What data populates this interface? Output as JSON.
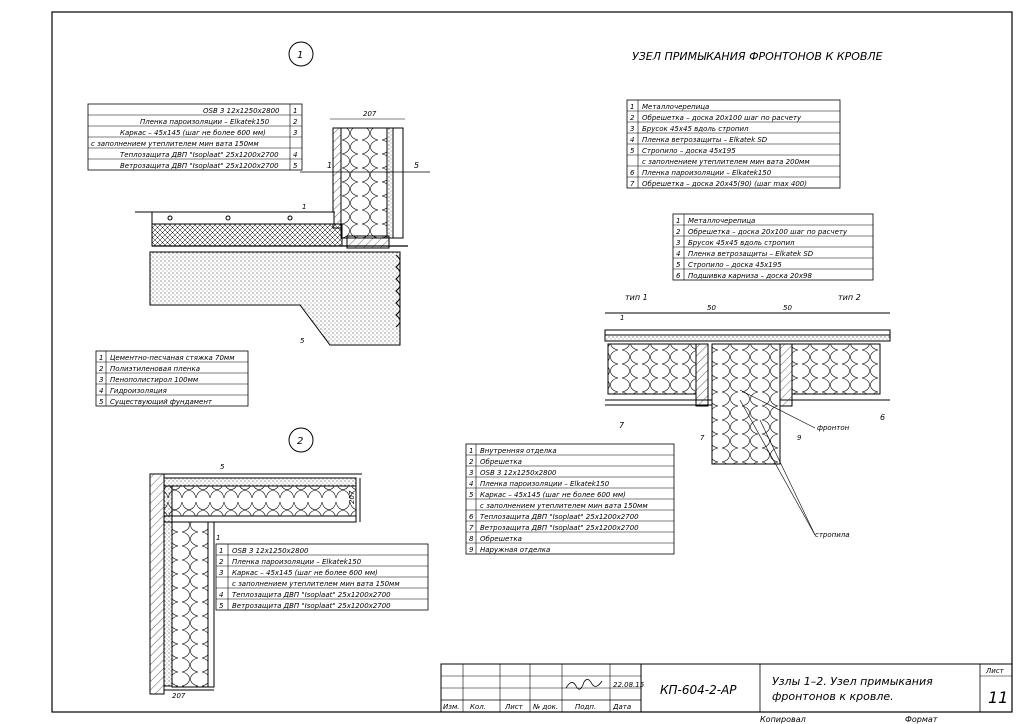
{
  "title": "УЗЕЛ ПРИМЫКАНИЯ ФРОНТОНОВ К КРОВЛЕ",
  "node1_number": "1",
  "node2_number": "2",
  "node1": {
    "dimension": "207",
    "callouts": [
      "1",
      "5",
      "1",
      "5"
    ],
    "legend_wall": [
      {
        "n": "1",
        "text": "OSB 3 12x1250x2800"
      },
      {
        "n": "2",
        "text": "Пленка пароизоляции – Elkatek150"
      },
      {
        "n": "3",
        "text": "Каркас – 45x145 (шаг не более 600 мм)"
      },
      {
        "n": "",
        "text": "с заполнением утеплителем мин вата 150мм"
      },
      {
        "n": "4",
        "text": "Теплозащита ДВП \"Isoplaat\" 25x1200x2700"
      },
      {
        "n": "5",
        "text": "Ветрозащита ДВП \"Isoplaat\" 25x1200x2700"
      }
    ],
    "legend_floor": [
      {
        "n": "1",
        "text": "Цементно-песчаная стяжка 70мм"
      },
      {
        "n": "2",
        "text": "Полиэтиленовая пленка"
      },
      {
        "n": "3",
        "text": "Пенополистирол 100мм"
      },
      {
        "n": "4",
        "text": "Гидроизоляция"
      },
      {
        "n": "5",
        "text": "Существующий фундамент"
      }
    ]
  },
  "node2": {
    "dimension_top": "207",
    "dimension_bottom": "207",
    "callouts": [
      "5",
      "1"
    ],
    "legend": [
      {
        "n": "1",
        "text": "OSB 3 12x1250x2800"
      },
      {
        "n": "2",
        "text": "Пленка пароизоляции – Elkatek150"
      },
      {
        "n": "3",
        "text": "Каркас – 45x145 (шаг не более 600 мм)"
      },
      {
        "n": "",
        "text": "с заполнением утеплителем мин вата 150мм"
      },
      {
        "n": "4",
        "text": "Теплозащита ДВП \"Isoplaat\" 25x1200x2700"
      },
      {
        "n": "5",
        "text": "Ветрозащита ДВП \"Isoplaat\" 25x1200x2700"
      }
    ]
  },
  "roof_legend_1": [
    {
      "n": "1",
      "text": "Металлочерепица"
    },
    {
      "n": "2",
      "text": "Обрешетка – доска 20x100 шаг по расчету"
    },
    {
      "n": "3",
      "text": "Брусок 45x45 вдоль стропил"
    },
    {
      "n": "4",
      "text": "Пленка ветрозащиты – Elkatek SD"
    },
    {
      "n": "5",
      "text": "Стропило – доска 45x195"
    },
    {
      "n": "",
      "text": "с заполнением утеплителем мин вата 200мм"
    },
    {
      "n": "6",
      "text": "Пленка пароизоляции – Elkatek150"
    },
    {
      "n": "7",
      "text": "Обрешетка – доска 20x45(90) (шаг max 400)"
    }
  ],
  "roof_legend_2": [
    {
      "n": "1",
      "text": "Металлочерепица"
    },
    {
      "n": "2",
      "text": "Обрешетка – доска 20x100 шаг по расчету"
    },
    {
      "n": "3",
      "text": "Брусок 45x45 вдоль стропил"
    },
    {
      "n": "4",
      "text": "Пленка ветрозащиты – Elkatek SD"
    },
    {
      "n": "5",
      "text": "Стропило – доска 45x195"
    },
    {
      "n": "6",
      "text": "Подшивка карниза – доска 20x98"
    }
  ],
  "section": {
    "type1": "тип 1",
    "type2": "тип 2",
    "dim1": "50",
    "dim2": "50",
    "label_fronton": "фронтон",
    "label_stropila": "стропила",
    "callouts": [
      "1",
      "7",
      "6",
      "7",
      "9"
    ]
  },
  "wall_legend": [
    {
      "n": "1",
      "text": "Внутренняя отделка"
    },
    {
      "n": "2",
      "text": "Обрешетка"
    },
    {
      "n": "3",
      "text": "OSB 3 12x1250x2800"
    },
    {
      "n": "4",
      "text": "Пленка пароизоляции – Elkatek150"
    },
    {
      "n": "5",
      "text": "Каркас – 45x145 (шаг не более 600 мм)"
    },
    {
      "n": "",
      "text": "с заполнением утеплителем мин вата 150мм"
    },
    {
      "n": "6",
      "text": "Теплозащита ДВП \"Isoplaat\" 25x1200x2700"
    },
    {
      "n": "7",
      "text": "Ветрозащита ДВП \"Isoplaat\" 25x1200x2700"
    },
    {
      "n": "8",
      "text": "Обрешетка"
    },
    {
      "n": "9",
      "text": "Наружная отделка"
    }
  ],
  "stamp": {
    "code": "КП-604-2-АР",
    "description_line1": "Узлы 1–2. Узел примыкания",
    "description_line2": "фронтонов к кровле.",
    "sheet_label": "Лист",
    "sheet_number": "11",
    "date": "22.08.15",
    "col_izm": "Изм.",
    "col_kol": "Кол.",
    "col_list": "Лист",
    "col_doc": "№ док.",
    "col_podp": "Подп.",
    "col_data": "Дата",
    "copied": "Копировал",
    "format": "Формат"
  }
}
